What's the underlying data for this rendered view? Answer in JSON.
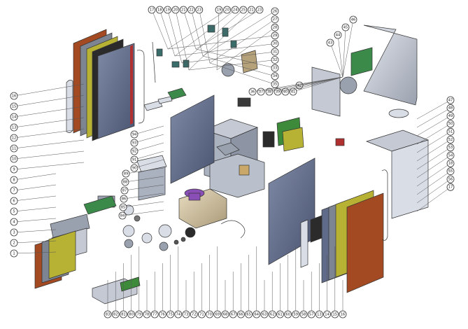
{
  "diagram": {
    "type": "exploded-view",
    "colors": {
      "copper_panel": "#a34a22",
      "steel_panel": "#7d8593",
      "yellow_panel": "#b7b233",
      "black_panel": "#2b2b2b",
      "slate_door": "#5f6b88",
      "chassis": "#c4c9d4",
      "light_steel": "#d9dde6",
      "pcb_green": "#3c8a4a",
      "hose_blue": "#1f3fa8",
      "motor_purple": "#8a4fb7",
      "tray_green": "#3d8a3a",
      "outline": "#333333"
    },
    "callouts": {
      "top_left": [
        "17",
        "18",
        "19",
        "20",
        "21",
        "22",
        "23",
        "19",
        "20",
        "24",
        "25",
        "21",
        "23",
        "26",
        "27",
        "28",
        "29",
        "30",
        "31",
        "32",
        "33",
        "34",
        "35"
      ],
      "left_column": [
        "16",
        "15",
        "14",
        "13",
        "12",
        "11",
        "10",
        "9",
        "8",
        "7",
        "6",
        "5",
        "4",
        "3",
        "2",
        "1"
      ],
      "middle_left": [
        "94",
        "93",
        "92",
        "91",
        "90",
        "89",
        "88",
        "87",
        "86",
        "85",
        "84"
      ],
      "right_upper": [
        "46",
        "45",
        "44",
        "43",
        "42",
        "41",
        "40",
        "39",
        "38",
        "37",
        "36"
      ],
      "right_column": [
        "47",
        "48",
        "49",
        "50",
        "51",
        "52",
        "53",
        "54",
        "18",
        "55",
        "56",
        "17"
      ],
      "bottom_row": [
        "83",
        "82",
        "81",
        "80",
        "79",
        "78",
        "77",
        "76",
        "75",
        "74",
        "73",
        "72",
        "71",
        "70",
        "69",
        "68",
        "67",
        "66",
        "65",
        "64",
        "63",
        "62",
        "61",
        "60",
        "59",
        "58",
        "57",
        "13",
        "14",
        "15",
        "16"
      ]
    }
  }
}
